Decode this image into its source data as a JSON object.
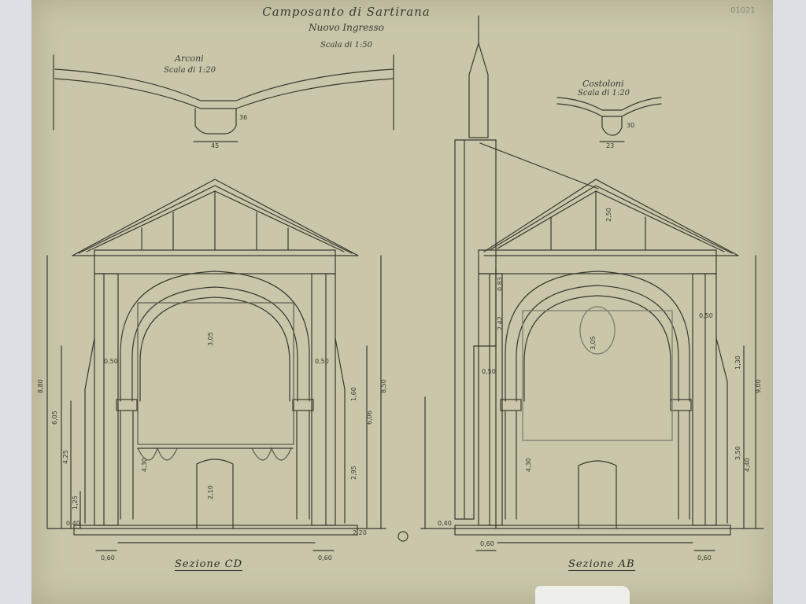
{
  "sheet": {
    "title": "Camposanto di Sartirana",
    "subtitle": "Nuovo Ingresso",
    "scale": "Scala di 1:50",
    "reference_number": "01021"
  },
  "details": {
    "arch_detail": {
      "label": "Arconi",
      "scale": "Scala di 1:20",
      "dims": [
        "45",
        "36"
      ]
    },
    "rib_detail": {
      "label": "Costoloni",
      "scale": "Scala di 1:20",
      "dims": [
        "23",
        "30"
      ]
    }
  },
  "sections": [
    {
      "id": "cd",
      "label": "Sezione CD",
      "dims_left": [
        "8,80",
        "6,05",
        "4,25",
        "1,25",
        "0,40"
      ],
      "dims_right": [
        "8,50",
        "1,60",
        "6,06",
        "2,95"
      ],
      "dims_inner": [
        "4,30",
        "2,10",
        "3,05",
        "0,50",
        "0,50"
      ],
      "dims_bottom": [
        "0,60",
        "0,60"
      ],
      "dims_other": [
        "2,20"
      ]
    },
    {
      "id": "ab",
      "label": "Sezione AB",
      "dims_left": [
        "0,50",
        "0,40",
        "2,42",
        "0,83"
      ],
      "dims_right": [
        "9,00",
        "1,30",
        "3,50",
        "4,40",
        "0,50"
      ],
      "dims_inner": [
        "4,30",
        "3,05",
        "2,50"
      ],
      "dims_bottom": [
        "0,60",
        "0,60"
      ]
    }
  ]
}
